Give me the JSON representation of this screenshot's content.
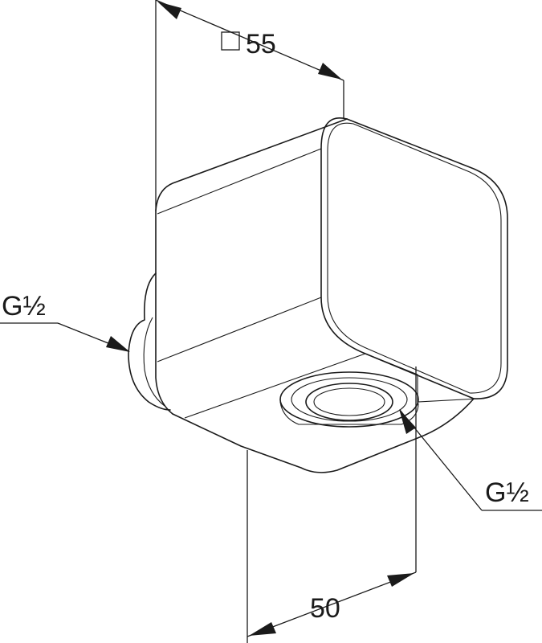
{
  "dimensions": {
    "top_width": {
      "symbol": "□",
      "value": "55"
    },
    "bottom_depth": {
      "value": "50"
    }
  },
  "connections": {
    "side_thread": "G½",
    "bottom_thread": "G½"
  }
}
